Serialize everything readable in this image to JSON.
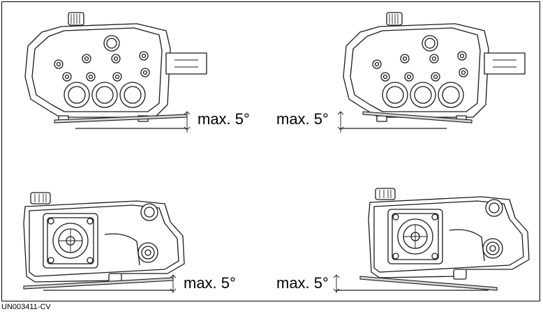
{
  "labels": {
    "top_left": "max. 5°",
    "top_right": "max. 5°",
    "bottom_left": "max. 5°",
    "bottom_right": "max. 5°"
  },
  "reference_code": "UN003411-CV",
  "icons": [
    "pump-front-view",
    "pump-side-view",
    "tilt-angle-indicator"
  ]
}
